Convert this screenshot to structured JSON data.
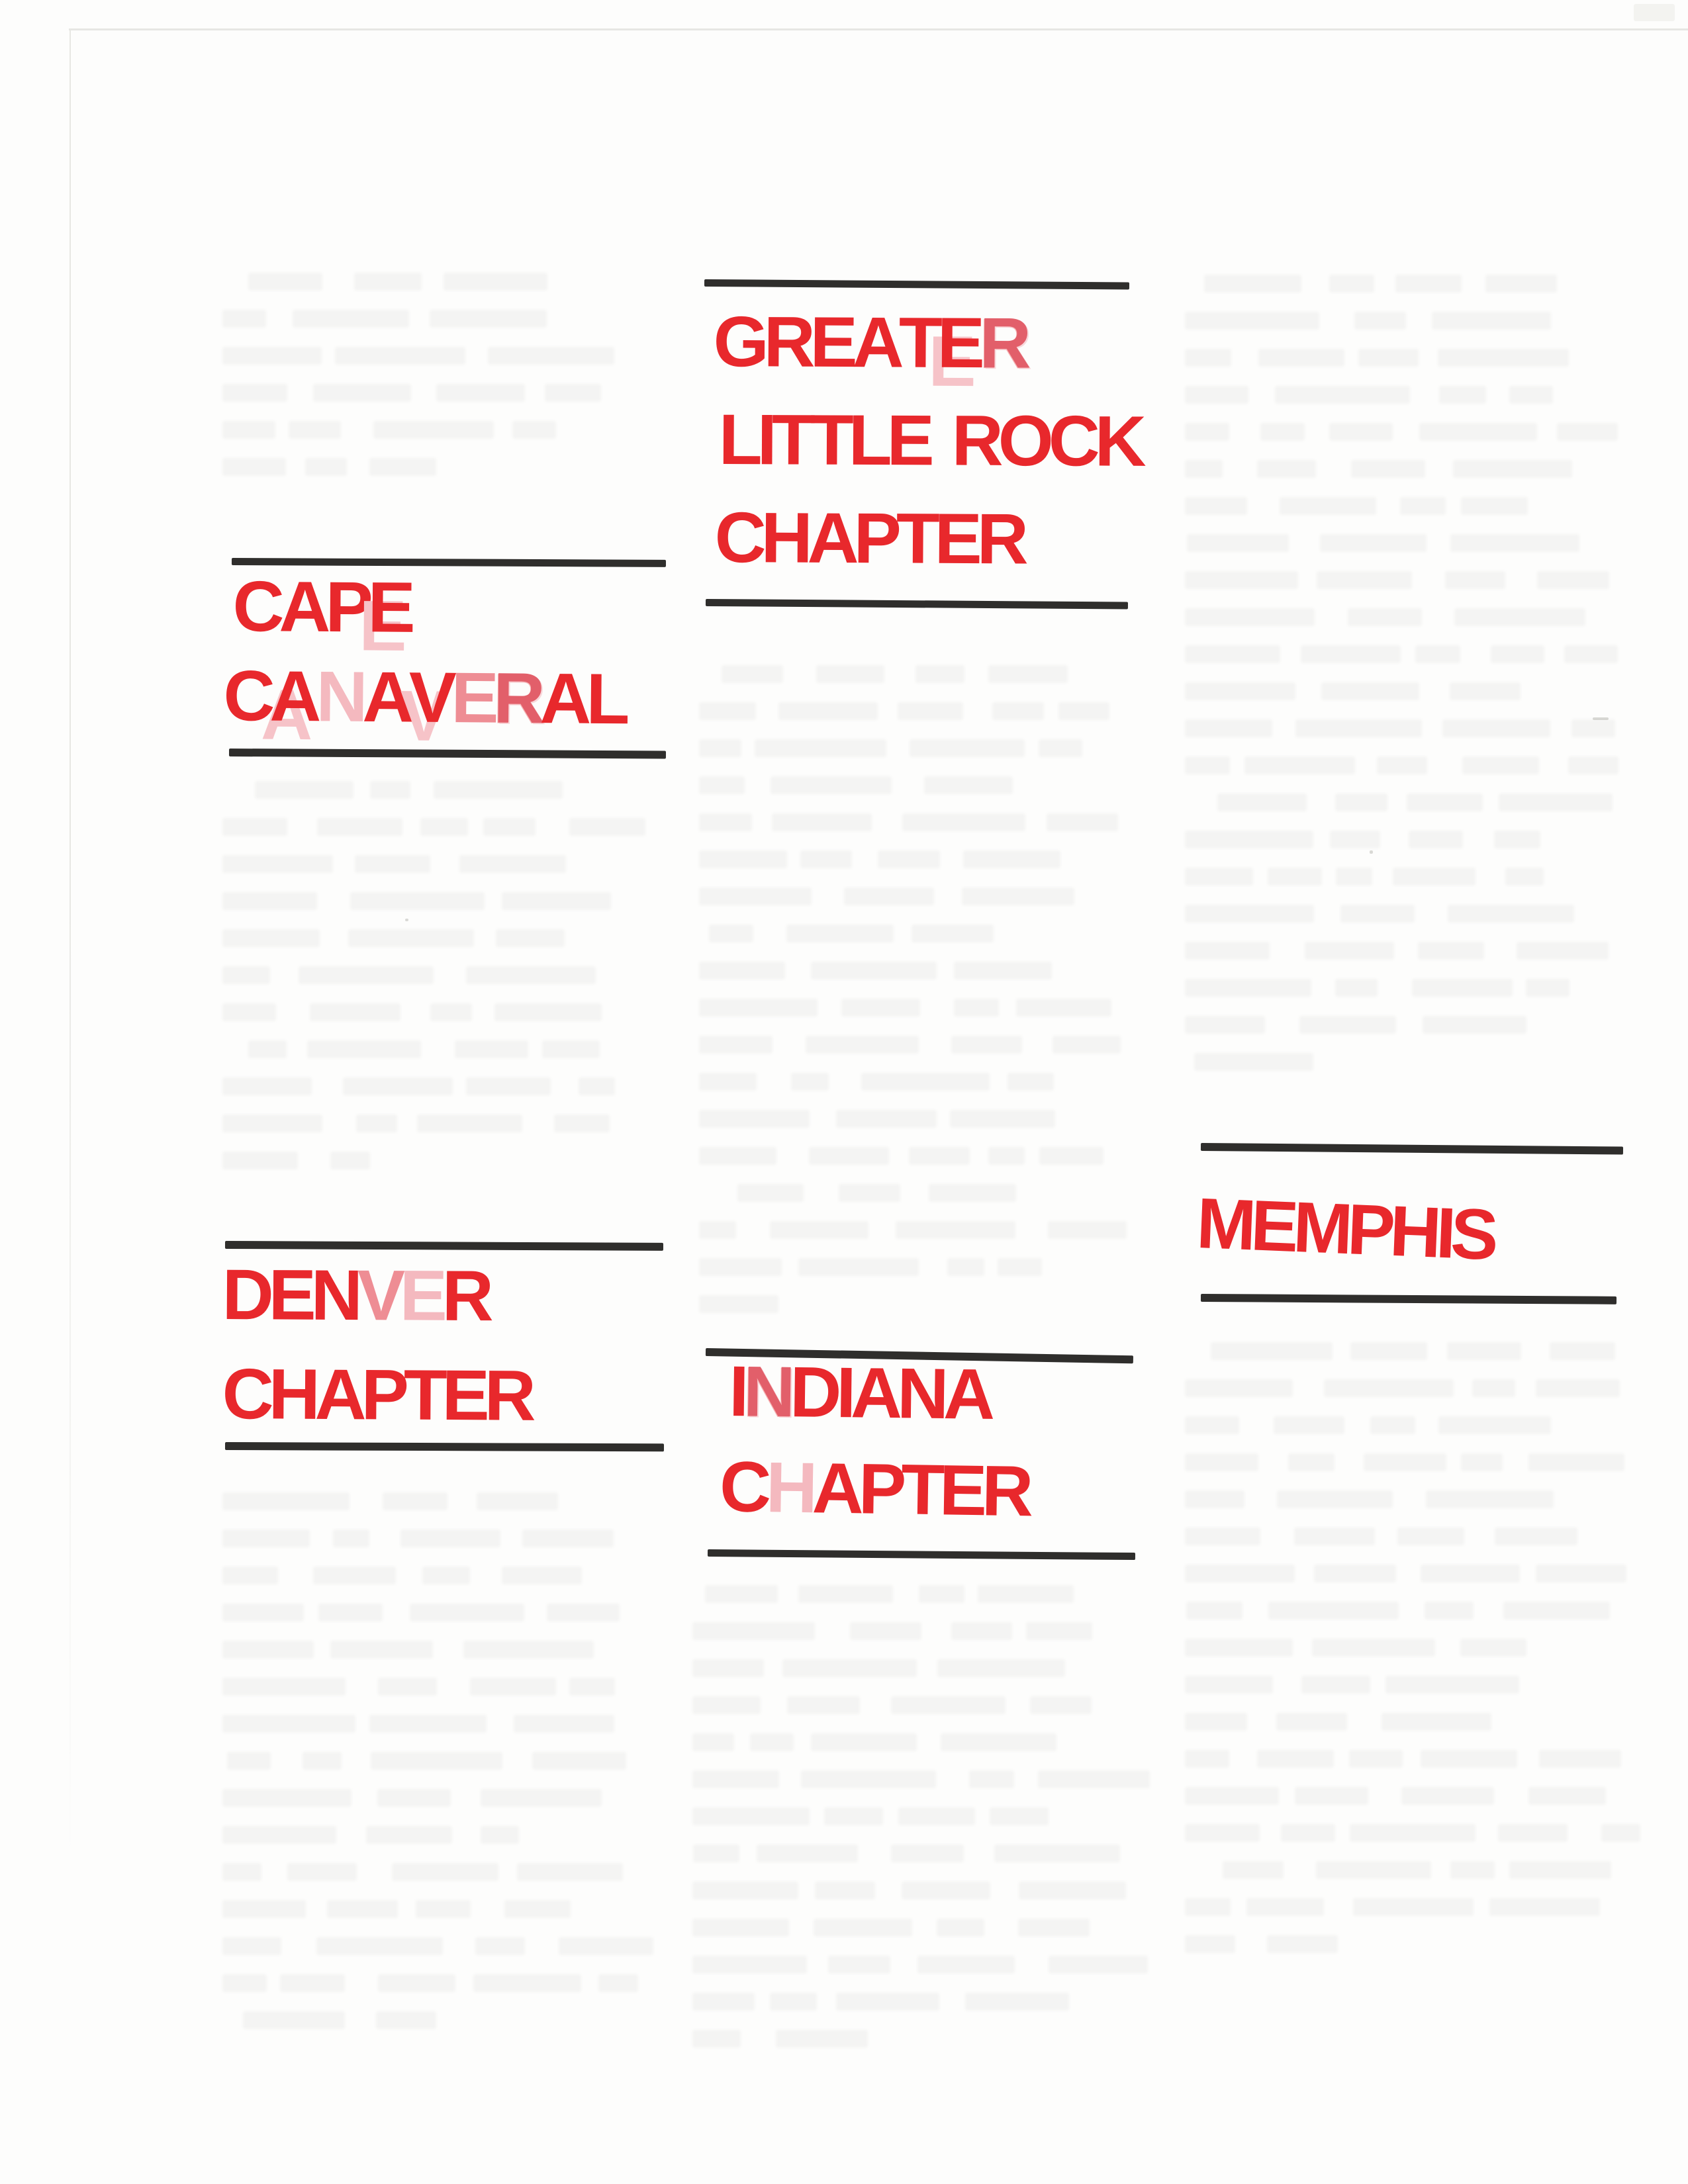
{
  "document_title": "Chapter directory page (scanned)",
  "colors": {
    "stamp_red": "#e8282c",
    "stamp_light_red": "#ee8d94",
    "stamp_pink": "#f4b9bf",
    "stamp_mottled_red": "#e25f6a",
    "rule_black": "#2f2e2c",
    "paper": "#fdfdfc"
  },
  "ghost_text_note": "illegible faint ghosted body-text columns (photocopy bleed-through)",
  "headers": {
    "greater_little_rock": {
      "lines": [
        {
          "text": "GREATER",
          "tones": [
            "solid",
            "solid",
            "solid",
            "solid",
            "solid",
            "ghosted",
            "mottled"
          ]
        },
        {
          "text": "LITTLE ROCK",
          "tones": [
            "solid",
            "solid",
            "solid",
            "solid",
            "solid",
            "solid",
            "solid",
            "solid",
            "solid",
            "solid",
            "solid"
          ]
        },
        {
          "text": "CHAPTER",
          "tones": [
            "solid",
            "solid",
            "solid",
            "solid",
            "solid",
            "solid",
            "solid"
          ]
        }
      ]
    },
    "cape_canaveral": {
      "lines": [
        {
          "text": "CAPE",
          "tones": [
            "solid",
            "solid",
            "solid",
            "ghosted"
          ]
        },
        {
          "text": "CANAVERAL",
          "tones": [
            "solid",
            "ghosted",
            "pink",
            "solid",
            "ghosted",
            "light",
            "mottled",
            "solid",
            "solid"
          ]
        }
      ]
    },
    "denver": {
      "lines": [
        {
          "text": "DENVER",
          "tones": [
            "solid",
            "solid",
            "solid",
            "light",
            "pink",
            "solid"
          ]
        },
        {
          "text": "CHAPTER",
          "tones": [
            "solid",
            "solid",
            "solid",
            "solid",
            "solid",
            "solid",
            "solid"
          ]
        }
      ]
    },
    "indiana": {
      "lines": [
        {
          "text": "INDIANA",
          "tones": [
            "solid",
            "mottled",
            "solid",
            "solid",
            "solid",
            "solid",
            "solid"
          ]
        },
        {
          "text": "CHAPTER",
          "tones": [
            "solid",
            "pink",
            "solid",
            "solid",
            "solid",
            "solid",
            "solid"
          ]
        }
      ]
    },
    "memphis": {
      "lines": [
        {
          "text": "MEMPHIS",
          "tones": [
            "solid",
            "solid",
            "solid",
            "solid",
            "solid",
            "solid",
            "solid"
          ]
        }
      ]
    }
  }
}
